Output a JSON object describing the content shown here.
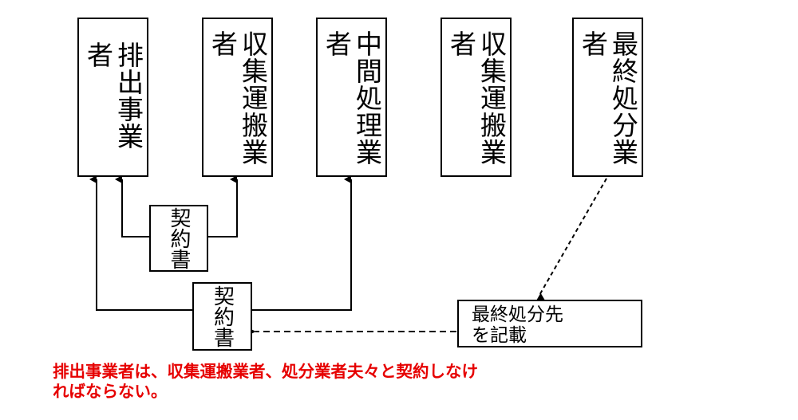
{
  "diagram": {
    "entities": [
      {
        "id": "emitter",
        "label": "排出事業者"
      },
      {
        "id": "collector1",
        "label": "収集運搬業者"
      },
      {
        "id": "intermediate",
        "label": "中間処理業者"
      },
      {
        "id": "collector2",
        "label": "収集運搬業者"
      },
      {
        "id": "final",
        "label": "最終処分業者"
      }
    ],
    "contracts": [
      {
        "label": "契約書",
        "between": [
          "排出事業者",
          "収集運搬業者"
        ]
      },
      {
        "label": "契約書",
        "between": [
          "排出事業者",
          "中間処理業者"
        ]
      }
    ],
    "note": {
      "line1": "最終処分先",
      "line2": "を記載"
    },
    "caption": {
      "line1": "排出事業者は、収集運搬業者、処分業者夫々と契約しなけ",
      "line2": "ればならない。"
    },
    "colors": {
      "line": "#000000",
      "caption": "#e60000"
    }
  }
}
